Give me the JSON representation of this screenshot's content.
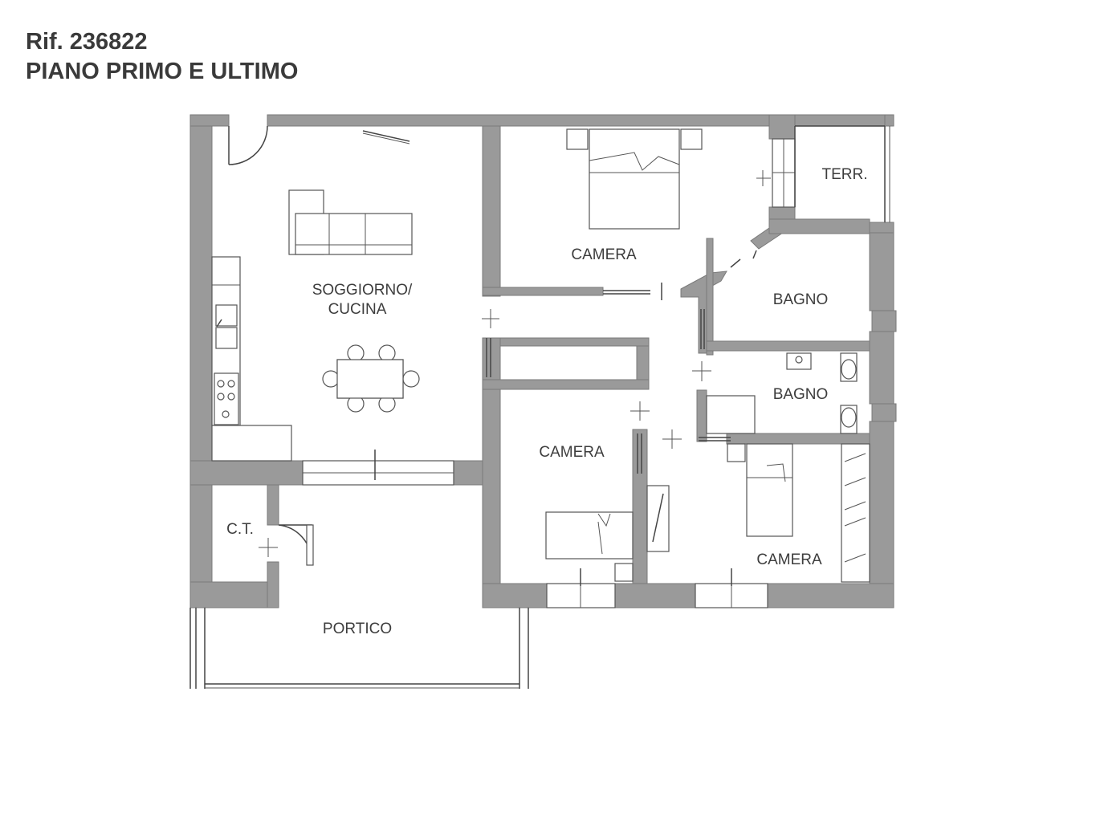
{
  "header": {
    "ref": "Rif. 236822",
    "floor": "PIANO PRIMO E ULTIMO"
  },
  "rooms": {
    "living_1": "SOGGIORNO/",
    "living_2": "CUCINA",
    "camera_top": "CAMERA",
    "terrace": "TERR.",
    "bagno_1": "BAGNO",
    "bagno_2": "BAGNO",
    "camera_mid": "CAMERA",
    "camera_right": "CAMERA",
    "ct": "C.T.",
    "portico": "PORTICO"
  }
}
